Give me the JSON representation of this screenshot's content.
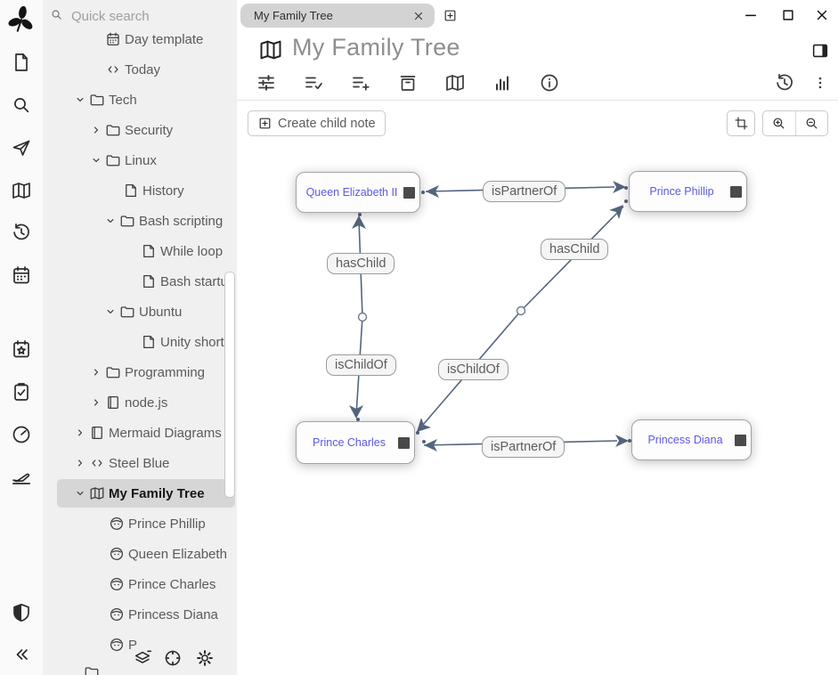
{
  "tab_bar": {
    "active_tab": {
      "label": "My Family Tree"
    },
    "icons": [
      "close-tab",
      "new-tab"
    ]
  },
  "window_controls": [
    "minimize",
    "maximize",
    "close"
  ],
  "launcher": {
    "items": [
      "trilium-logo",
      "new-note",
      "search",
      "jump-to-note",
      "open-map",
      "recent-changes",
      "calendar",
      "calendar-star",
      "task-list",
      "dashboard",
      "travel",
      "shield",
      "collapse-tree"
    ]
  },
  "sidebar": {
    "search": {
      "placeholder": "Quick search"
    },
    "tree": [
      {
        "label": "Day template",
        "icon": "calendar"
      },
      {
        "label": "Today",
        "icon": "code"
      },
      {
        "label": "Tech",
        "icon": "folder",
        "chevron": "down"
      },
      {
        "label": "Security",
        "icon": "folder",
        "chevron": "right"
      },
      {
        "label": "Linux",
        "icon": "folder",
        "chevron": "down"
      },
      {
        "label": "History",
        "icon": "note"
      },
      {
        "label": "Bash scripting",
        "icon": "folder",
        "chevron": "down"
      },
      {
        "label": "While loop",
        "icon": "note"
      },
      {
        "label": "Bash startu",
        "icon": "note"
      },
      {
        "label": "Ubuntu",
        "icon": "folder",
        "chevron": "down"
      },
      {
        "label": "Unity short",
        "icon": "note"
      },
      {
        "label": "Programming",
        "icon": "folder",
        "chevron": "right"
      },
      {
        "label": "node.js",
        "icon": "book",
        "chevron": "right"
      },
      {
        "label": "Mermaid Diagrams",
        "icon": "book",
        "chevron": "right"
      },
      {
        "label": "Steel Blue",
        "icon": "code",
        "chevron": "right"
      },
      {
        "label": "My Family Tree",
        "icon": "map",
        "chevron": "down",
        "selected": true
      },
      {
        "label": "Prince Phillip",
        "icon": "person"
      },
      {
        "label": "Queen Elizabeth",
        "icon": "person"
      },
      {
        "label": "Prince Charles",
        "icon": "person"
      },
      {
        "label": "Princess Diana",
        "icon": "person"
      },
      {
        "label": "P",
        "icon": "person"
      }
    ],
    "bottom_icons": [
      "layers",
      "target",
      "settings"
    ]
  },
  "note_header": {
    "title": "My Family Tree",
    "ribbon_icons": [
      "basic-properties",
      "owned-attributes",
      "promoted-attributes",
      "collections",
      "relation-map",
      "note-info",
      "similar-notes",
      "revisions",
      "more-menu"
    ]
  },
  "map_toolbar": {
    "create_child_label": "Create child note",
    "icons": [
      "reset-pan-zoom",
      "zoom-in",
      "zoom-out"
    ]
  },
  "relation_map": {
    "nodes": [
      {
        "title": "Queen Elizabeth II"
      },
      {
        "title": "Prince Phillip"
      },
      {
        "title": "Prince Charles"
      },
      {
        "title": "Princess Diana"
      }
    ],
    "edges": [
      {
        "label": "isPartnerOf",
        "from": "Queen Elizabeth II",
        "to": "Prince Phillip"
      },
      {
        "label": "hasChild",
        "from": "Queen Elizabeth II",
        "to": "Prince Charles"
      },
      {
        "label": "isChildOf",
        "from": "Prince Charles",
        "to": "Queen Elizabeth II"
      },
      {
        "label": "hasChild",
        "from": "Prince Phillip",
        "to": "Prince Charles"
      },
      {
        "label": "isChildOf",
        "from": "Prince Charles",
        "to": "Prince Phillip"
      },
      {
        "label": "isPartnerOf",
        "from": "Prince Charles",
        "to": "Princess Diana"
      }
    ],
    "colors": {
      "edge": "#54657e",
      "node_title": "#5b58e6",
      "label_bg": "#f5f5f5"
    }
  }
}
